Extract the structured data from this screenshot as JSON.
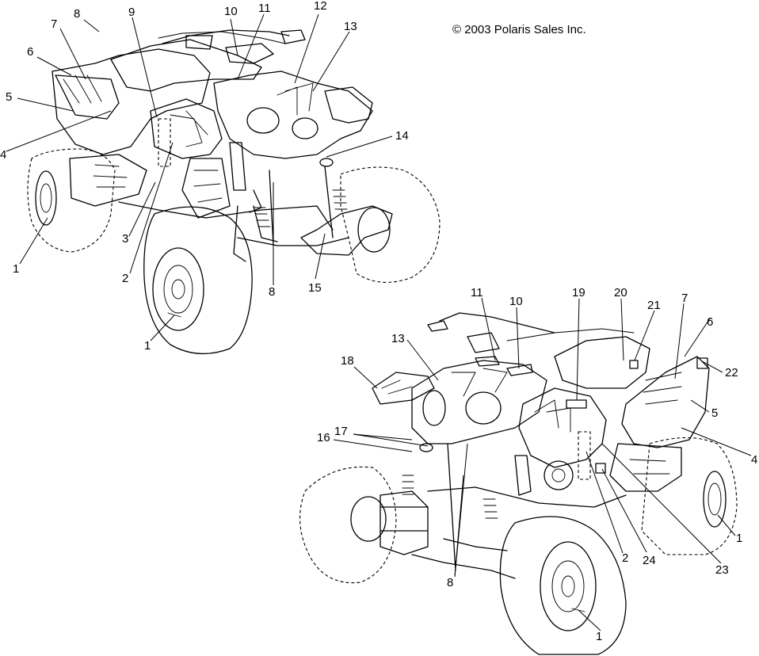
{
  "copyright": "© 2003 Polaris Sales Inc.",
  "callouts_top": [
    "8",
    "7",
    "6",
    "5",
    "4",
    "9",
    "10",
    "11",
    "12",
    "13",
    "14",
    "3",
    "2",
    "1",
    "8",
    "15",
    "1"
  ],
  "callouts_bottom": [
    "11",
    "10",
    "19",
    "20",
    "21",
    "7",
    "6",
    "22",
    "13",
    "18",
    "17",
    "16",
    "5",
    "4",
    "1",
    "2",
    "24",
    "23",
    "8",
    "1"
  ]
}
